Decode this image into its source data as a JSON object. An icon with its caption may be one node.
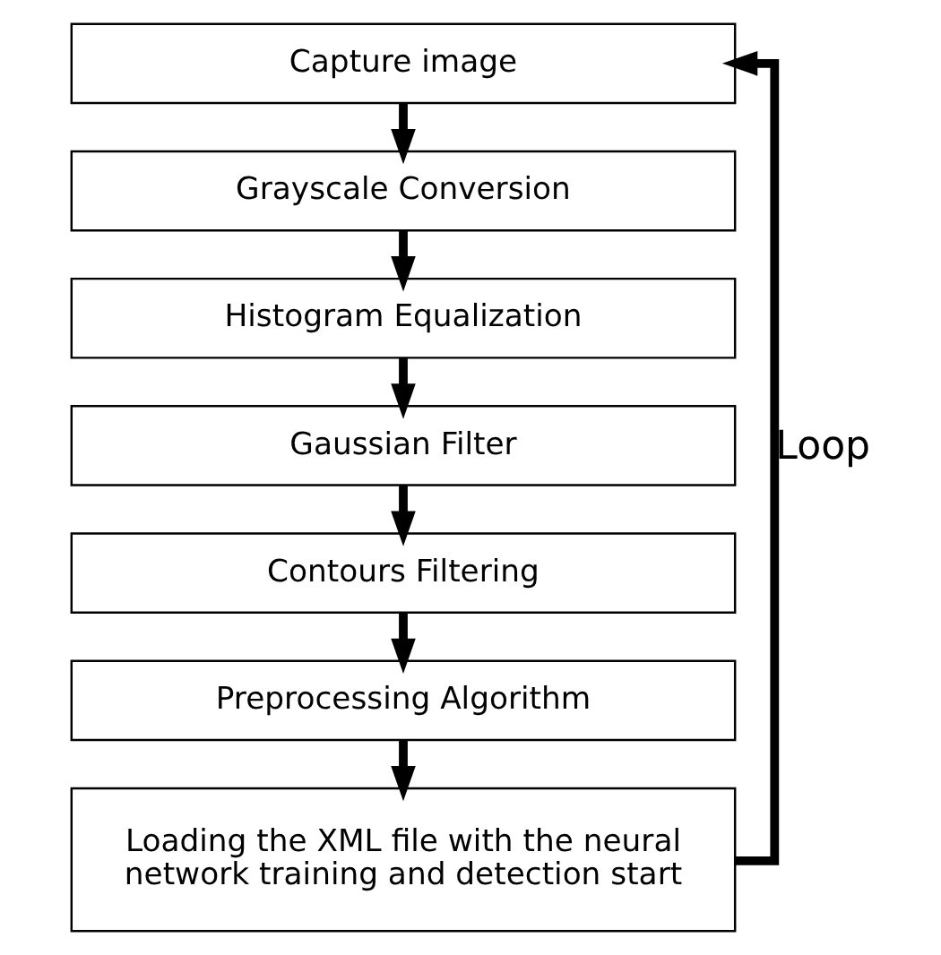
{
  "diagram": {
    "nodes": [
      {
        "text": [
          "Capture image"
        ]
      },
      {
        "text": [
          "Grayscale Conversion"
        ]
      },
      {
        "text": [
          "Histogram Equalization"
        ]
      },
      {
        "text": [
          "Gaussian Filter"
        ]
      },
      {
        "text": [
          "Contours Filtering"
        ]
      },
      {
        "text": [
          "Preprocessing Algorithm"
        ]
      },
      {
        "text": [
          "Loading the XML file with the neural network training and detection start"
        ]
      }
    ],
    "edges": [
      {
        "from": 0,
        "to": 1,
        "arrow": "to"
      },
      {
        "from": 1,
        "to": 2,
        "arrow": "to"
      },
      {
        "from": 2,
        "to": 3,
        "arrow": "to"
      },
      {
        "from": 3,
        "to": 4,
        "arrow": "to"
      },
      {
        "from": 4,
        "to": 5,
        "arrow": "to"
      },
      {
        "from": 5,
        "to": 6,
        "arrow": "to"
      },
      {
        "from": 6,
        "to": 0,
        "arrow": "to",
        "label": "Loop"
      }
    ]
  }
}
